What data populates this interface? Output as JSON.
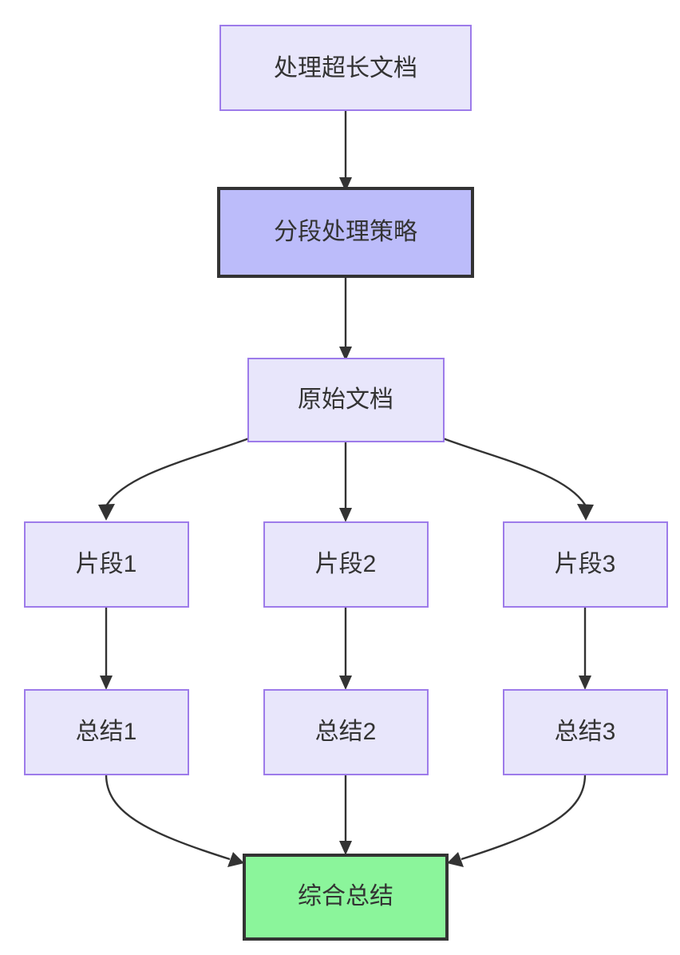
{
  "diagram": {
    "type": "flowchart",
    "direction": "top-down",
    "background_color": "#ffffff",
    "default_node_fill": "#e8e6fb",
    "default_node_stroke": "#9d7bea",
    "accent_node_fill": "#bcbcfa",
    "accent_node_stroke": "#333333",
    "success_node_fill": "#8bf59b",
    "success_node_stroke": "#333333",
    "edge_color": "#333333",
    "text_color": "#333333",
    "nodes": [
      {
        "id": "n1",
        "label": "处理超长文档",
        "style": "default"
      },
      {
        "id": "n2",
        "label": "分段处理策略",
        "style": "accent"
      },
      {
        "id": "n3",
        "label": "原始文档",
        "style": "default"
      },
      {
        "id": "n4",
        "label": "片段1",
        "style": "default"
      },
      {
        "id": "n5",
        "label": "片段2",
        "style": "default"
      },
      {
        "id": "n6",
        "label": "片段3",
        "style": "default"
      },
      {
        "id": "n7",
        "label": "总结1",
        "style": "default"
      },
      {
        "id": "n8",
        "label": "总结2",
        "style": "default"
      },
      {
        "id": "n9",
        "label": "总结3",
        "style": "default"
      },
      {
        "id": "n10",
        "label": "综合总结",
        "style": "success"
      }
    ],
    "edges": [
      {
        "from": "处理超长文档",
        "to": "分段处理策略"
      },
      {
        "from": "分段处理策略",
        "to": "原始文档"
      },
      {
        "from": "原始文档",
        "to": "片段1"
      },
      {
        "from": "原始文档",
        "to": "片段2"
      },
      {
        "from": "原始文档",
        "to": "片段3"
      },
      {
        "from": "片段1",
        "to": "总结1"
      },
      {
        "from": "片段2",
        "to": "总结2"
      },
      {
        "from": "片段3",
        "to": "总结3"
      },
      {
        "from": "总结1",
        "to": "综合总结"
      },
      {
        "from": "总结2",
        "to": "综合总结"
      },
      {
        "from": "总结3",
        "to": "综合总结"
      }
    ]
  }
}
